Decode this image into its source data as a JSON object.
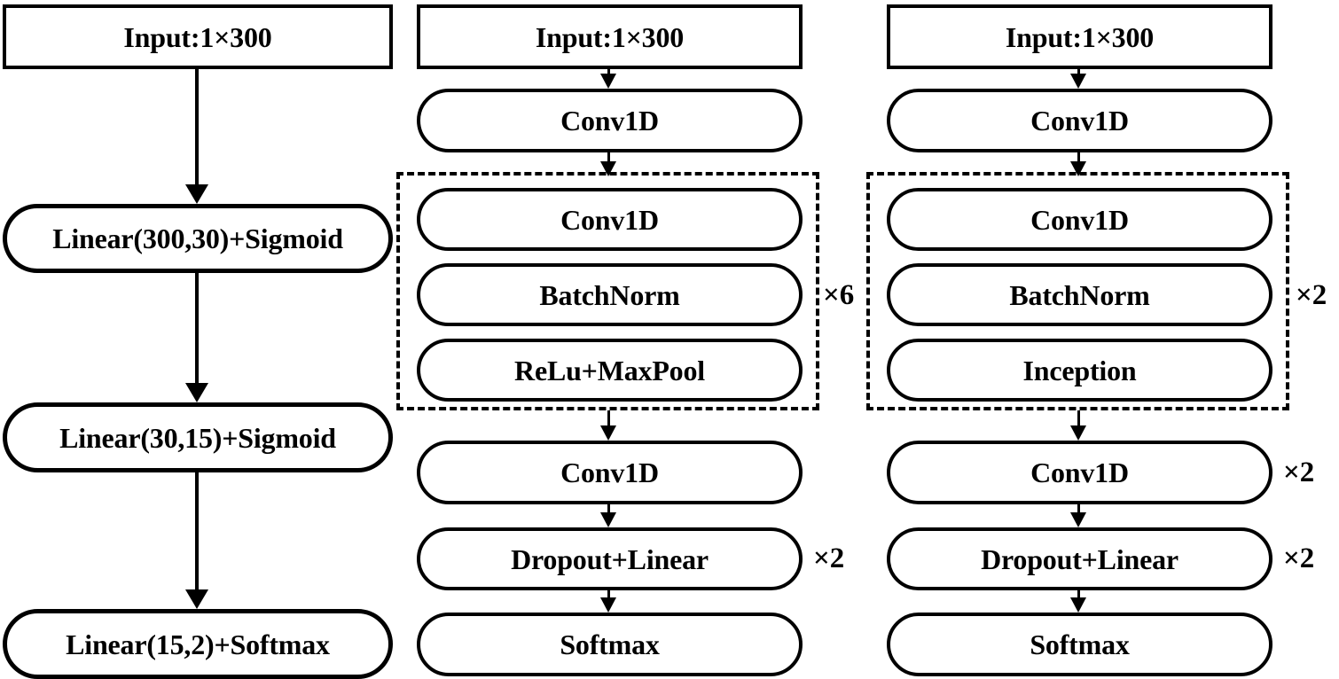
{
  "diagram": {
    "title_absent": true,
    "columns": [
      {
        "id": "mlp-branch",
        "nodes": [
          {
            "name": "input",
            "label": "Input:1×300",
            "shape": "rect",
            "repeat": ""
          },
          {
            "name": "linear-300-30",
            "label": "Linear(300,30)+Sigmoid",
            "shape": "pill",
            "repeat": ""
          },
          {
            "name": "linear-30-15",
            "label": "Linear(30,15)+Sigmoid",
            "shape": "pill",
            "repeat": ""
          },
          {
            "name": "linear-15-2",
            "label": "Linear(15,2)+Softmax",
            "shape": "pill",
            "repeat": ""
          }
        ],
        "group": null
      },
      {
        "id": "cnn-branch",
        "nodes": [
          {
            "name": "input",
            "label": "Input:1×300",
            "shape": "rect",
            "repeat": ""
          },
          {
            "name": "conv1d-stem",
            "label": "Conv1D",
            "shape": "pill",
            "repeat": ""
          },
          {
            "name": "conv1d-block",
            "label": "Conv1D",
            "shape": "pill",
            "repeat": ""
          },
          {
            "name": "batchnorm-block",
            "label": "BatchNorm",
            "shape": "pill",
            "repeat": ""
          },
          {
            "name": "relu-maxpool-block",
            "label": "ReLu+MaxPool",
            "shape": "pill",
            "repeat": ""
          },
          {
            "name": "conv1d-tail",
            "label": "Conv1D",
            "shape": "pill",
            "repeat": ""
          },
          {
            "name": "dropout-linear",
            "label": "Dropout+Linear",
            "shape": "pill",
            "repeat": "×2"
          },
          {
            "name": "softmax",
            "label": "Softmax",
            "shape": "pill",
            "repeat": ""
          }
        ],
        "group": {
          "label": "×6"
        }
      },
      {
        "id": "inception-branch",
        "nodes": [
          {
            "name": "input",
            "label": "Input:1×300",
            "shape": "rect",
            "repeat": ""
          },
          {
            "name": "conv1d-stem",
            "label": "Conv1D",
            "shape": "pill",
            "repeat": ""
          },
          {
            "name": "conv1d-block",
            "label": "Conv1D",
            "shape": "pill",
            "repeat": ""
          },
          {
            "name": "batchnorm-block",
            "label": "BatchNorm",
            "shape": "pill",
            "repeat": ""
          },
          {
            "name": "inception-block",
            "label": "Inception",
            "shape": "pill",
            "repeat": ""
          },
          {
            "name": "conv1d-tail",
            "label": "Conv1D",
            "shape": "pill",
            "repeat": "×2"
          },
          {
            "name": "dropout-linear",
            "label": "Dropout+Linear",
            "shape": "pill",
            "repeat": "×2"
          },
          {
            "name": "softmax",
            "label": "Softmax",
            "shape": "pill",
            "repeat": ""
          }
        ],
        "group": {
          "label": "×2"
        }
      }
    ],
    "colors": {
      "stroke": "#000000",
      "background": "#ffffff",
      "text": "#000000"
    }
  }
}
